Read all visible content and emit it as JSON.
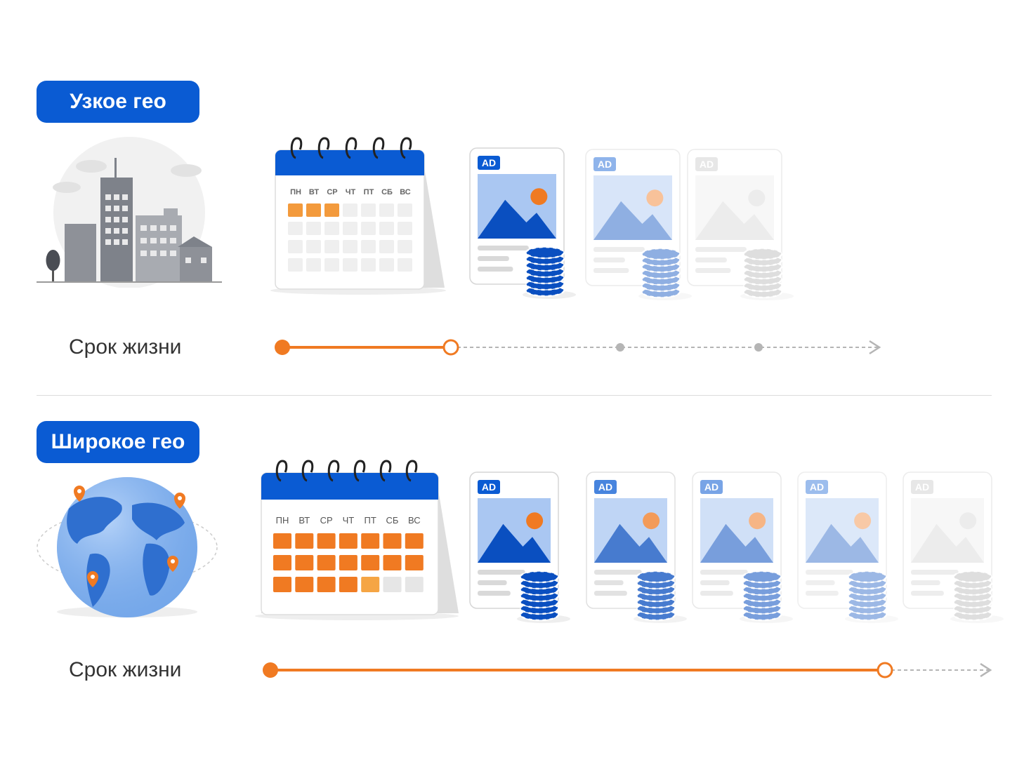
{
  "sections": [
    {
      "badge": "Узкое гео",
      "illustration": "city-buildings",
      "calendar": {
        "weekdays": [
          "ПН",
          "ВТ",
          "СР",
          "ЧТ",
          "ПТ",
          "СБ",
          "ВС"
        ],
        "highlighted_days": 3,
        "total_cells": 28
      },
      "ad_badge": "AD",
      "ad_count": 3,
      "lifespan_label": "Срок жизни",
      "lifespan_fill": 0.28
    },
    {
      "badge": "Широкое гео",
      "illustration": "globe-with-pins",
      "calendar": {
        "weekdays": [
          "ПН",
          "ВТ",
          "СР",
          "ЧТ",
          "ПТ",
          "СБ",
          "ВС"
        ],
        "highlighted_days": 19,
        "total_cells": 21
      },
      "ad_badge": "AD",
      "ad_count": 5,
      "lifespan_label": "Срок жизни",
      "lifespan_fill": 0.85
    }
  ],
  "colors": {
    "brand_blue": "#0a5bd3",
    "orange": "#f07a22",
    "gray": "#bdbdbd"
  }
}
